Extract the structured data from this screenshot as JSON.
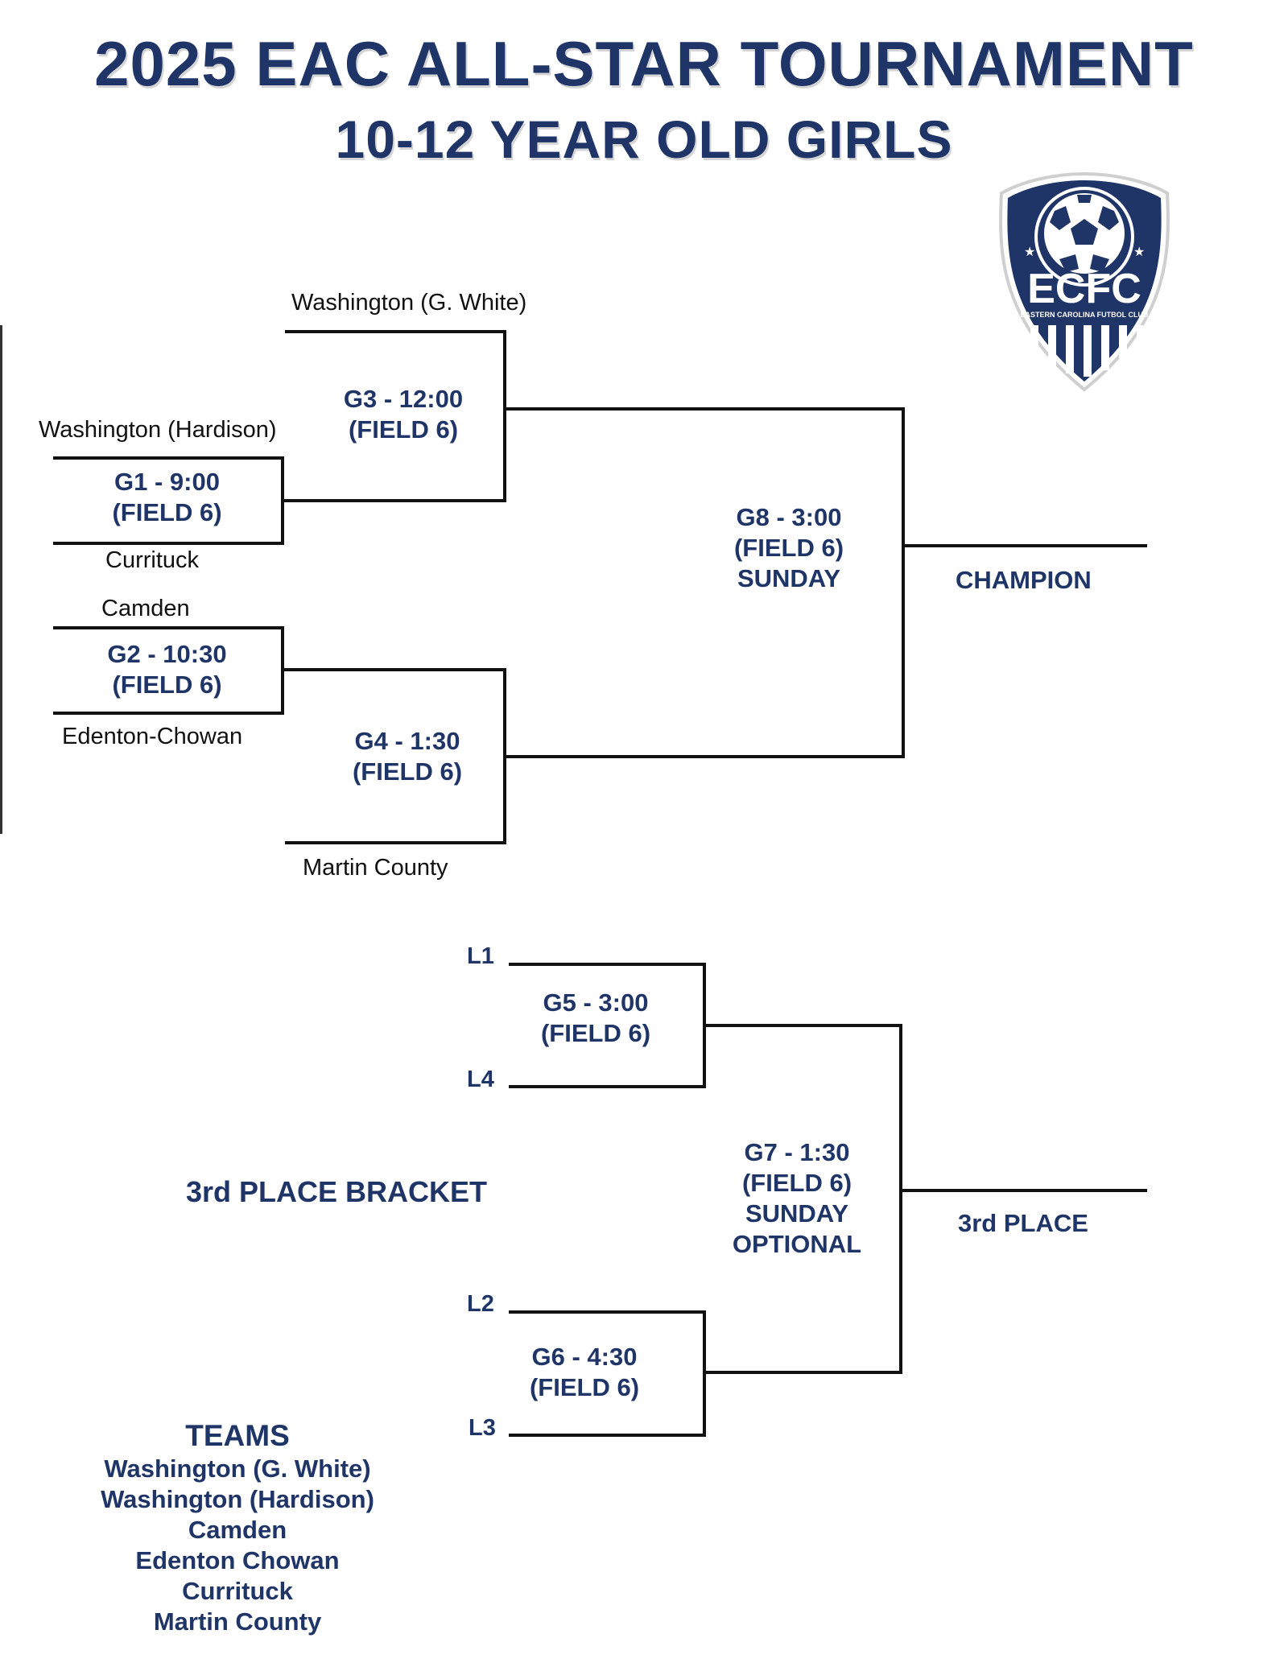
{
  "header": {
    "title": "2025 EAC ALL-STAR TOURNAMENT",
    "subtitle": "10-12 YEAR OLD GIRLS"
  },
  "logo": {
    "abbr": "ECFC",
    "name": "EASTERN CAROLINA FUTBOL CLUB",
    "icon": "soccer-ball-shield-crest",
    "color": "#1f3567"
  },
  "championship_bracket": {
    "games": [
      {
        "id": "G1",
        "line1": "G1 - 9:00",
        "line2": "(FIELD 6)",
        "top_team": "Washington (Hardison)",
        "bottom_team": "Currituck"
      },
      {
        "id": "G2",
        "line1": "G2 - 10:30",
        "line2": "(FIELD 6)",
        "top_team": "Camden",
        "bottom_team": "Edenton-Chowan"
      },
      {
        "id": "G3",
        "line1": "G3 - 12:00",
        "line2": "(FIELD 6)",
        "top_team": "Washington (G. White)"
      },
      {
        "id": "G4",
        "line1": "G4 - 1:30",
        "line2": "(FIELD 6)",
        "bottom_team": "Martin County"
      },
      {
        "id": "G8",
        "line1": "G8 - 3:00",
        "line2": "(FIELD 6)",
        "line3": "SUNDAY"
      }
    ],
    "result_label": "CHAMPION"
  },
  "third_place_bracket": {
    "title": "3rd PLACE BRACKET",
    "games": [
      {
        "id": "G5",
        "line1": "G5 - 3:00",
        "line2": "(FIELD 6)",
        "top_slot": "L1",
        "bottom_slot": "L4"
      },
      {
        "id": "G6",
        "line1": "G6 - 4:30",
        "line2": "(FIELD 6)",
        "top_slot": "L2",
        "bottom_slot": "L3"
      },
      {
        "id": "G7",
        "line1": "G7 - 1:30",
        "line2": "(FIELD 6)",
        "line3": "SUNDAY",
        "line4": "OPTIONAL"
      }
    ],
    "result_label": "3rd PLACE"
  },
  "teams": {
    "title": "TEAMS",
    "list": [
      "Washington (G. White)",
      "Washington (Hardison)",
      "Camden",
      "Edenton Chowan",
      "Currituck",
      "Martin County"
    ]
  }
}
